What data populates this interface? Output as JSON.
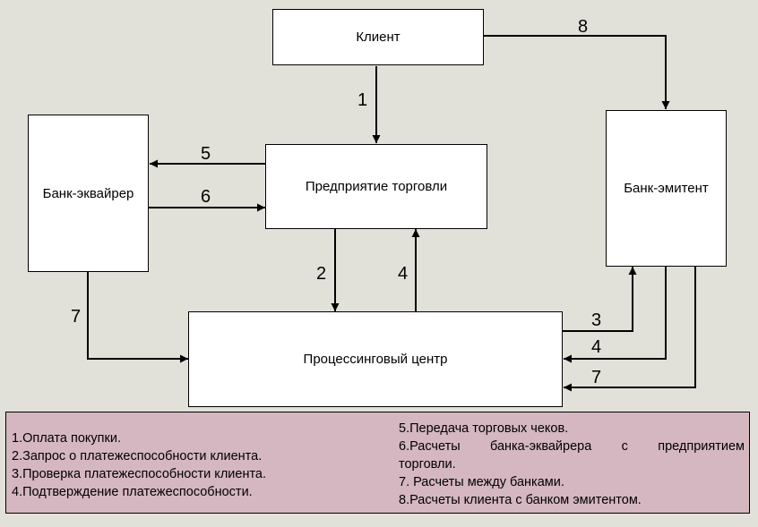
{
  "nodes": {
    "client": "Клиент",
    "merchant": "Предприятие торговли",
    "acquirer": "Банк-эквайрер",
    "issuer": "Банк-эмитент",
    "processing": "Процессинговый центр"
  },
  "arrows": {
    "a1": "1",
    "a2": "2",
    "a3": "3",
    "a4_top": "4",
    "a4_right": "4",
    "a5": "5",
    "a6": "6",
    "a7_left": "7",
    "a7_right": "7",
    "a8": "8"
  },
  "legend": {
    "left": [
      "1.Оплата покупки.",
      "2.Запрос о платежеспособности клиента.",
      "3.Проверка платежеспособности клиента.",
      "4.Подтверждение платежеспособности."
    ],
    "right": {
      "item5": "5.Передача торговых чеков.",
      "item6_line1": "6.Расчеты банка-эквайрера с предприятием",
      "item6_line2": "торговли.",
      "item7": "7. Расчеты между банками.",
      "item8": "8.Расчеты клиента с банком эмитентом."
    }
  }
}
